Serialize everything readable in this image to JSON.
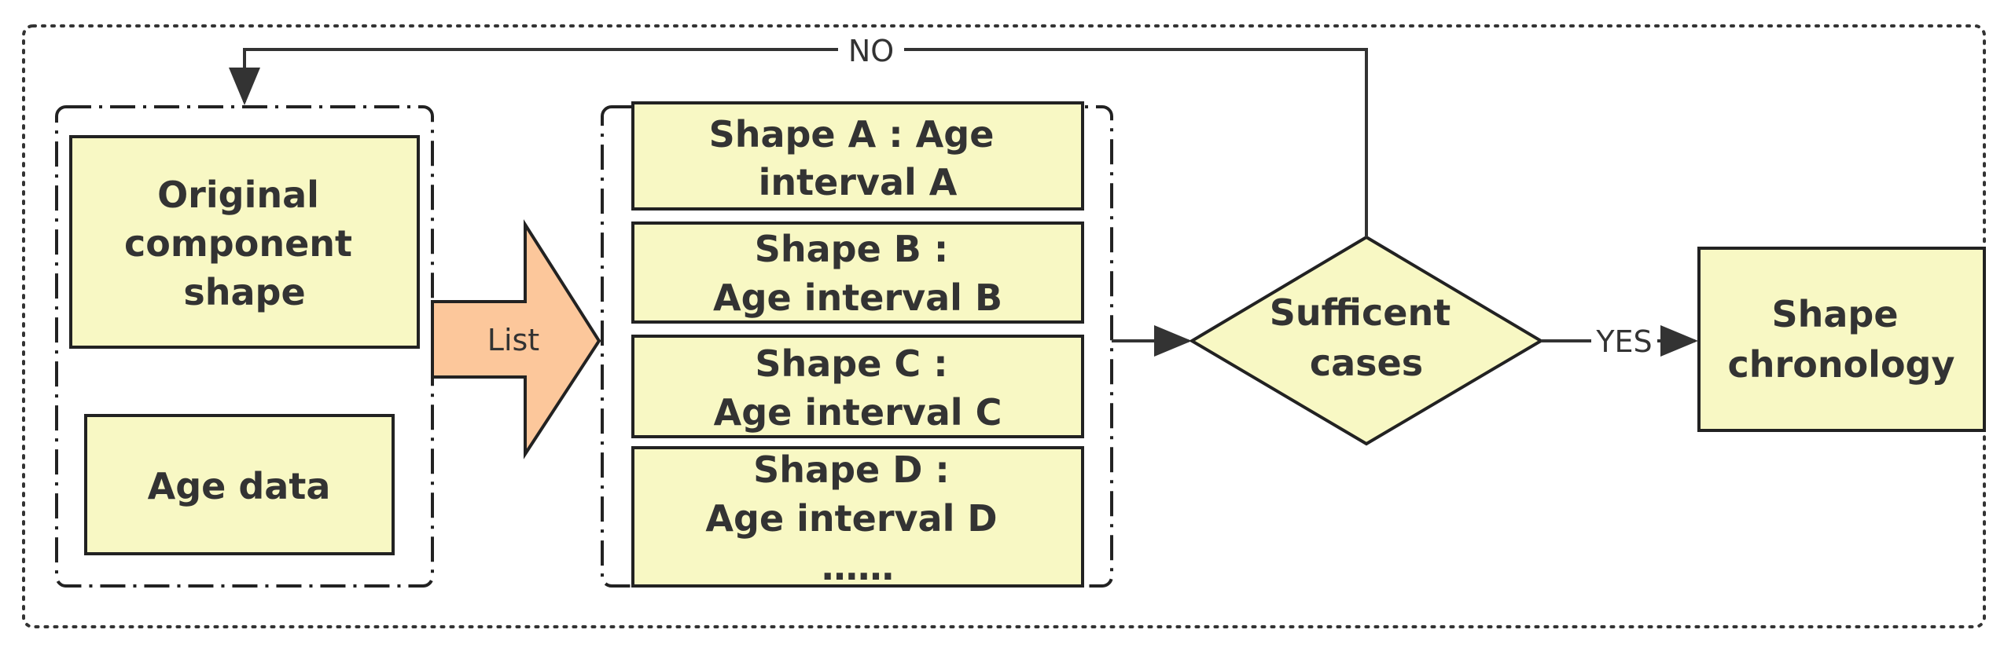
{
  "colors": {
    "box_fill": "#f8f8c4",
    "box_stroke": "#222222",
    "arrow_fill": "#fcc79b",
    "line": "#333333"
  },
  "nodes": {
    "original_shape": [
      "Original",
      "component",
      "shape"
    ],
    "age_data": [
      "Age data"
    ],
    "shape_a": [
      "Shape A : Age",
      "interval A"
    ],
    "shape_b": [
      "Shape B :",
      "Age interval B"
    ],
    "shape_c": [
      "Shape C :",
      "Age interval C"
    ],
    "shape_d": [
      "Shape D :",
      "Age interval D",
      "……"
    ],
    "decision": [
      "Sufficent",
      "cases"
    ],
    "result": [
      "Shape",
      "chronology"
    ]
  },
  "labels": {
    "list": "List",
    "no": "NO",
    "yes": "YES"
  }
}
